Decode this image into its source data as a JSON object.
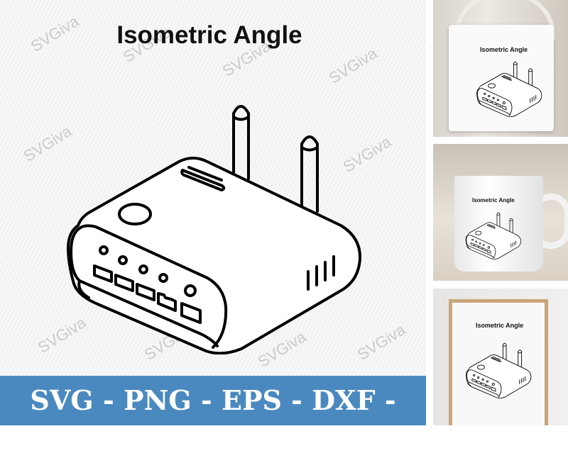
{
  "title": "Isometric Angle",
  "watermark": "SVGiva",
  "banner": {
    "text": "SVG - PNG - EPS - DXF - JPG",
    "color": "#4a89bf"
  },
  "mockups": [
    {
      "type": "tote-bag",
      "caption": "Isometric Angle"
    },
    {
      "type": "mug",
      "caption": "Isometric Angle"
    },
    {
      "type": "frame",
      "caption": "Isometric Angle"
    }
  ],
  "illustration": "router-icon"
}
